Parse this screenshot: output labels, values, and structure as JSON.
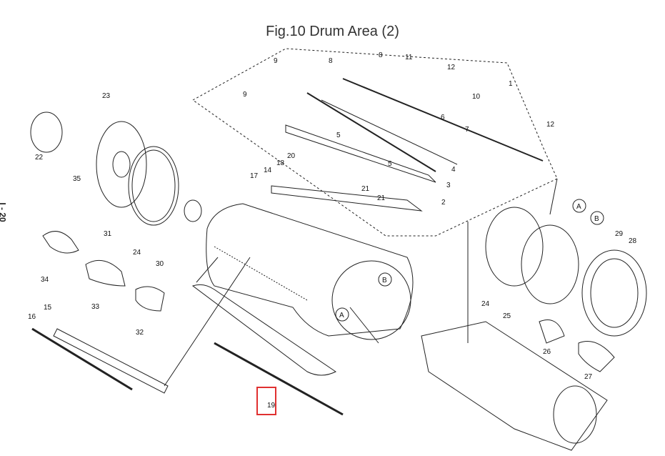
{
  "title": "Fig.10 Drum Area (2)",
  "page_number": "I - 20",
  "highlight_color": "#e03030",
  "highlighted_part": "19",
  "callouts": [
    "1",
    "2",
    "3",
    "4",
    "5",
    "5",
    "6",
    "7",
    "8",
    "8",
    "9",
    "9",
    "10",
    "11",
    "12",
    "12",
    "14",
    "15",
    "16",
    "17",
    "18",
    "19",
    "20",
    "21",
    "21",
    "22",
    "23",
    "24",
    "24",
    "25",
    "26",
    "27",
    "28",
    "29",
    "30",
    "31",
    "32",
    "33",
    "34",
    "35"
  ],
  "reference_marks": [
    "A",
    "B",
    "A",
    "B"
  ]
}
